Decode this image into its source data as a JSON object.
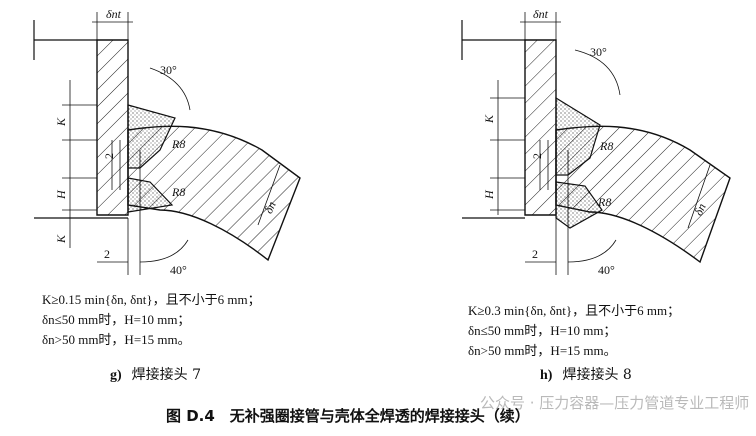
{
  "left_detail": {
    "labels": {
      "thickness_top": "δnt",
      "k_upper": "K",
      "k_lower": "K",
      "h": "H",
      "gap": "2",
      "radius_upper": "R8",
      "radius_lower": "R8",
      "angle_upper": "30°",
      "angle_lower": "40°",
      "bottom_gap": "2",
      "shell_thickness": "δn"
    },
    "notes": [
      "K≥0.15 min{δn, δnt}，且不小于6 mm；",
      "δn≤50 mm时，H=10 mm；",
      "δn>50 mm时，H=15 mm。"
    ],
    "caption_label": "g)",
    "caption_text": "焊接接头 7"
  },
  "right_detail": {
    "labels": {
      "thickness_top": "δnt",
      "k_upper": "K",
      "h": "H",
      "gap": "2",
      "radius_upper": "R8",
      "radius_lower": "R8",
      "angle_upper": "30°",
      "angle_lower": "40°",
      "bottom_gap": "2",
      "shell_thickness": "δn"
    },
    "notes": [
      "K≥0.3 min{δn, δnt}，且不小于6 mm；",
      "δn≤50 mm时，H=10 mm；",
      "δn>50 mm时，H=15 mm。"
    ],
    "caption_label": "h)",
    "caption_text": "焊接接头 8"
  },
  "figure_caption": "图 D.4　无补强圈接管与壳体全焊透的焊接接头（续）",
  "watermark": "公众号 · 压力容器—压力管道专业工程师"
}
